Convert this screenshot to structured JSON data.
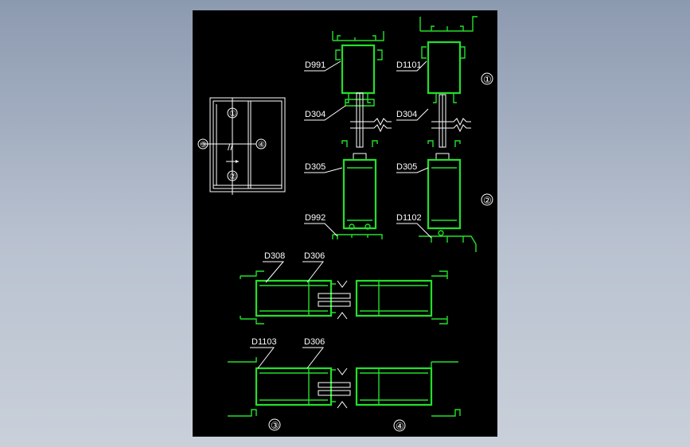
{
  "labels": {
    "top_left_frame": "D991",
    "top_right_frame": "D1101",
    "left_interlock": "D304",
    "right_interlock": "D304",
    "left_sash": "D305",
    "right_sash": "D305",
    "bottom_left_frame": "D992",
    "bottom_right_frame": "D1102",
    "h1_frame": "D308",
    "h1_sash": "D306",
    "h2_frame": "D1103",
    "h2_sash": "D306"
  },
  "markers": {
    "m1": "①",
    "m2": "②",
    "m3": "③",
    "m4": "④",
    "key_1": "①",
    "key_2": "②",
    "key_3": "③",
    "key_4": "④",
    "glass_mark": "//"
  },
  "colors": {
    "background": "#000000",
    "profile": "#22e02a",
    "annotation": "#ffffff"
  }
}
